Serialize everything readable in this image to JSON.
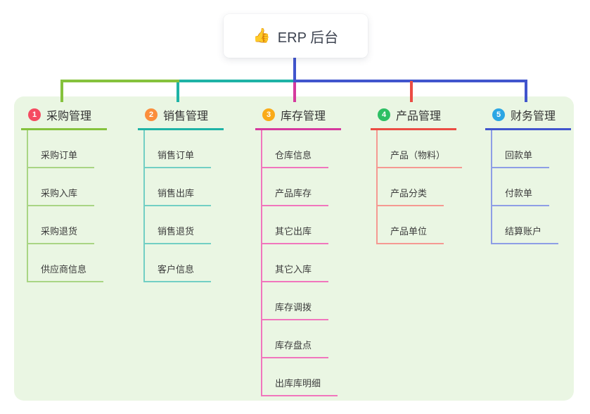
{
  "root": {
    "icon": "👍",
    "label": "ERP 后台"
  },
  "root_line_color": "#4155cd",
  "branches": [
    {
      "number": "1",
      "title": "采购管理",
      "badge_color": "#f54b61",
      "line_color": "#85c23d",
      "subline_color": "#a9d584",
      "items": [
        "采购订单",
        "采购入库",
        "采购退货",
        "供应商信息"
      ]
    },
    {
      "number": "2",
      "title": "销售管理",
      "badge_color": "#fb8e3c",
      "line_color": "#1fb3a6",
      "subline_color": "#72cfc4",
      "items": [
        "销售订单",
        "销售出库",
        "销售退货",
        "客户信息"
      ]
    },
    {
      "number": "3",
      "title": "库存管理",
      "badge_color": "#faab18",
      "line_color": "#d53a9e",
      "subline_color": "#f176bd",
      "items": [
        "仓库信息",
        "产品库存",
        "其它出库",
        "其它入库",
        "库存调拨",
        "库存盘点",
        "出库库明细"
      ]
    },
    {
      "number": "4",
      "title": "产品管理",
      "badge_color": "#2dbf64",
      "line_color": "#eb4c44",
      "subline_color": "#f59992",
      "items": [
        "产品（物料）",
        "产品分类",
        "产品单位"
      ]
    },
    {
      "number": "5",
      "title": "财务管理",
      "badge_color": "#2ba6e4",
      "line_color": "#4155cd",
      "subline_color": "#8e9ee6",
      "items": [
        "回款单",
        "付款单",
        "结算账户"
      ]
    }
  ]
}
